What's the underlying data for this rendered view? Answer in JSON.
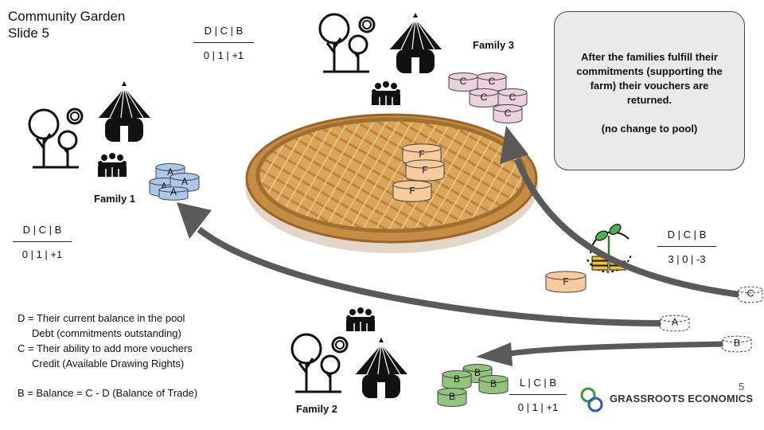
{
  "slide": {
    "title_line1": "Community Garden",
    "title_line2": "Slide 5",
    "page_number": "5"
  },
  "ledger_header": "D | C | B",
  "ledgers": {
    "family1": {
      "header": "D | C | B",
      "values": "0  | 1 | +1"
    },
    "family3": {
      "header": "D | C | B",
      "values": "0  | 1 | +1"
    },
    "farm": {
      "header": "D | C | B",
      "values": "3  | 0 | -3"
    },
    "family2": {
      "header": "L | C | B",
      "values": "0 | 1 | +1"
    }
  },
  "families": {
    "family1": "Family 1",
    "family2": "Family 2",
    "family3": "Family 3"
  },
  "callout": {
    "line1": "After the families fulfill their commitments (supporting the farm) their vouchers are returned.",
    "line2": "(no change to pool)"
  },
  "legend": {
    "d_line": "D = Their current balance in the pool",
    "d_detail": "Debt (commitments outstanding)",
    "c_line": "C = Their ability to add more vouchers",
    "c_detail": "Credit (Available Drawing Rights)",
    "b_line": "B  = Balance = C - D (Balance of Trade)"
  },
  "tokens": {
    "a": "A",
    "b": "B",
    "c": "C",
    "f": "F"
  },
  "brand": {
    "name": "GRASSROOTS ECONOMICS"
  },
  "colors": {
    "token_a": "#a9c8ea",
    "token_b": "#93c47d",
    "token_c": "#ead1dc",
    "token_f": "#f9cb9c",
    "arrow": "#5a5a5a",
    "callout_bg": "#eaeaea",
    "basket": "#d9a55b",
    "brand_green": "#3a9a3a",
    "brand_blue": "#2b5fa8"
  },
  "icons": [
    "tree-icon",
    "sun-icon",
    "hut-icon",
    "people-icon",
    "plant-coins-icon",
    "basket-image",
    "grassroots-logo-icon"
  ]
}
